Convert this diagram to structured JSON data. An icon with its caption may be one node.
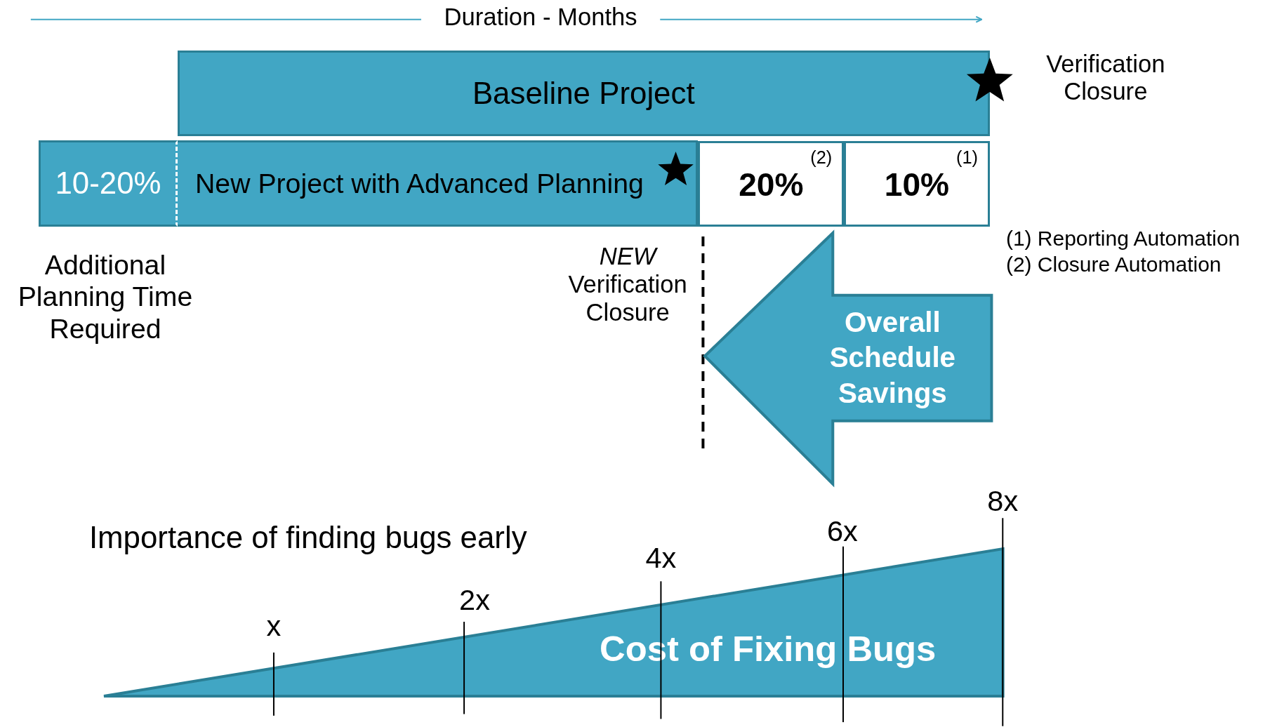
{
  "diagram": {
    "nodes": [
      {
        "text": [
          "Baseline Project"
        ]
      },
      {
        "text": [
          "10-20%"
        ]
      },
      {
        "text": [
          "New Project with Advanced Planning"
        ]
      },
      {
        "text": [
          "20%",
          "(2)"
        ]
      },
      {
        "text": [
          "10%",
          "(1)"
        ]
      },
      {
        "text": [
          "Overall Schedule Savings"
        ]
      },
      {
        "text": [
          "Cost of Fixing Bugs"
        ]
      }
    ],
    "labels": [
      "Duration - Months",
      "Verification Closure",
      "Additional Planning Time Required",
      "*NEW* Verification Closure",
      "(1) Reporting Automation",
      "(2) Closure Automation",
      "Importance of finding bugs early",
      "x",
      "2x",
      "4x",
      "6x",
      "8x"
    ]
  }
}
